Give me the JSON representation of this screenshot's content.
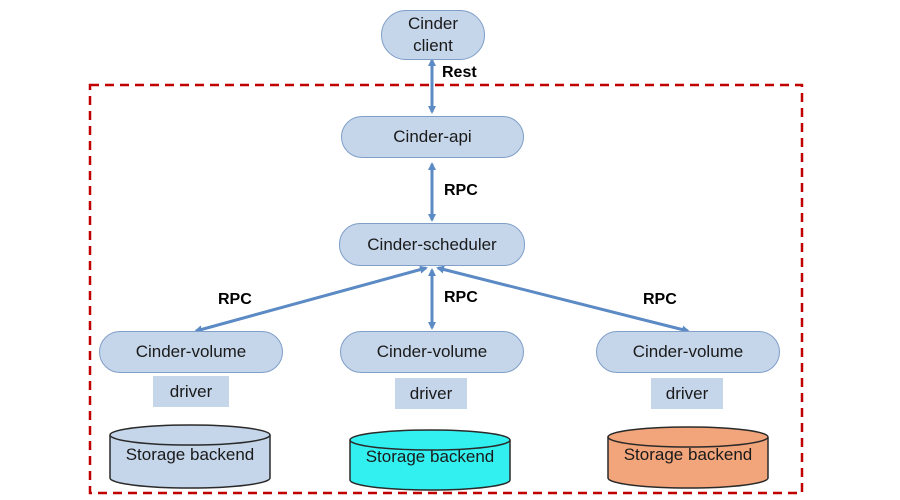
{
  "nodes": {
    "client": "Cinder\nclient",
    "api": "Cinder-api",
    "scheduler": "Cinder-scheduler",
    "volume_left": "Cinder-volume",
    "volume_center": "Cinder-volume",
    "volume_right": "Cinder-volume"
  },
  "drivers": {
    "left": "driver",
    "center": "driver",
    "right": "driver"
  },
  "backends": {
    "left": {
      "label": "Storage backend",
      "color": "#c5d5ea"
    },
    "center": {
      "label": "Storage backend",
      "color": "#33f0f0"
    },
    "right": {
      "label": "Storage backend",
      "color": "#f2a57a"
    }
  },
  "edges": {
    "client_api": "Rest",
    "api_scheduler": "RPC",
    "scheduler_volume_left": "RPC",
    "scheduler_volume_center": "RPC",
    "scheduler_volume_right": "RPC"
  },
  "colors": {
    "boundary": "#c00000",
    "arrow": "#5b8ac4",
    "node_fill": "#c5d5ea",
    "node_border": "#7f9fc8"
  }
}
